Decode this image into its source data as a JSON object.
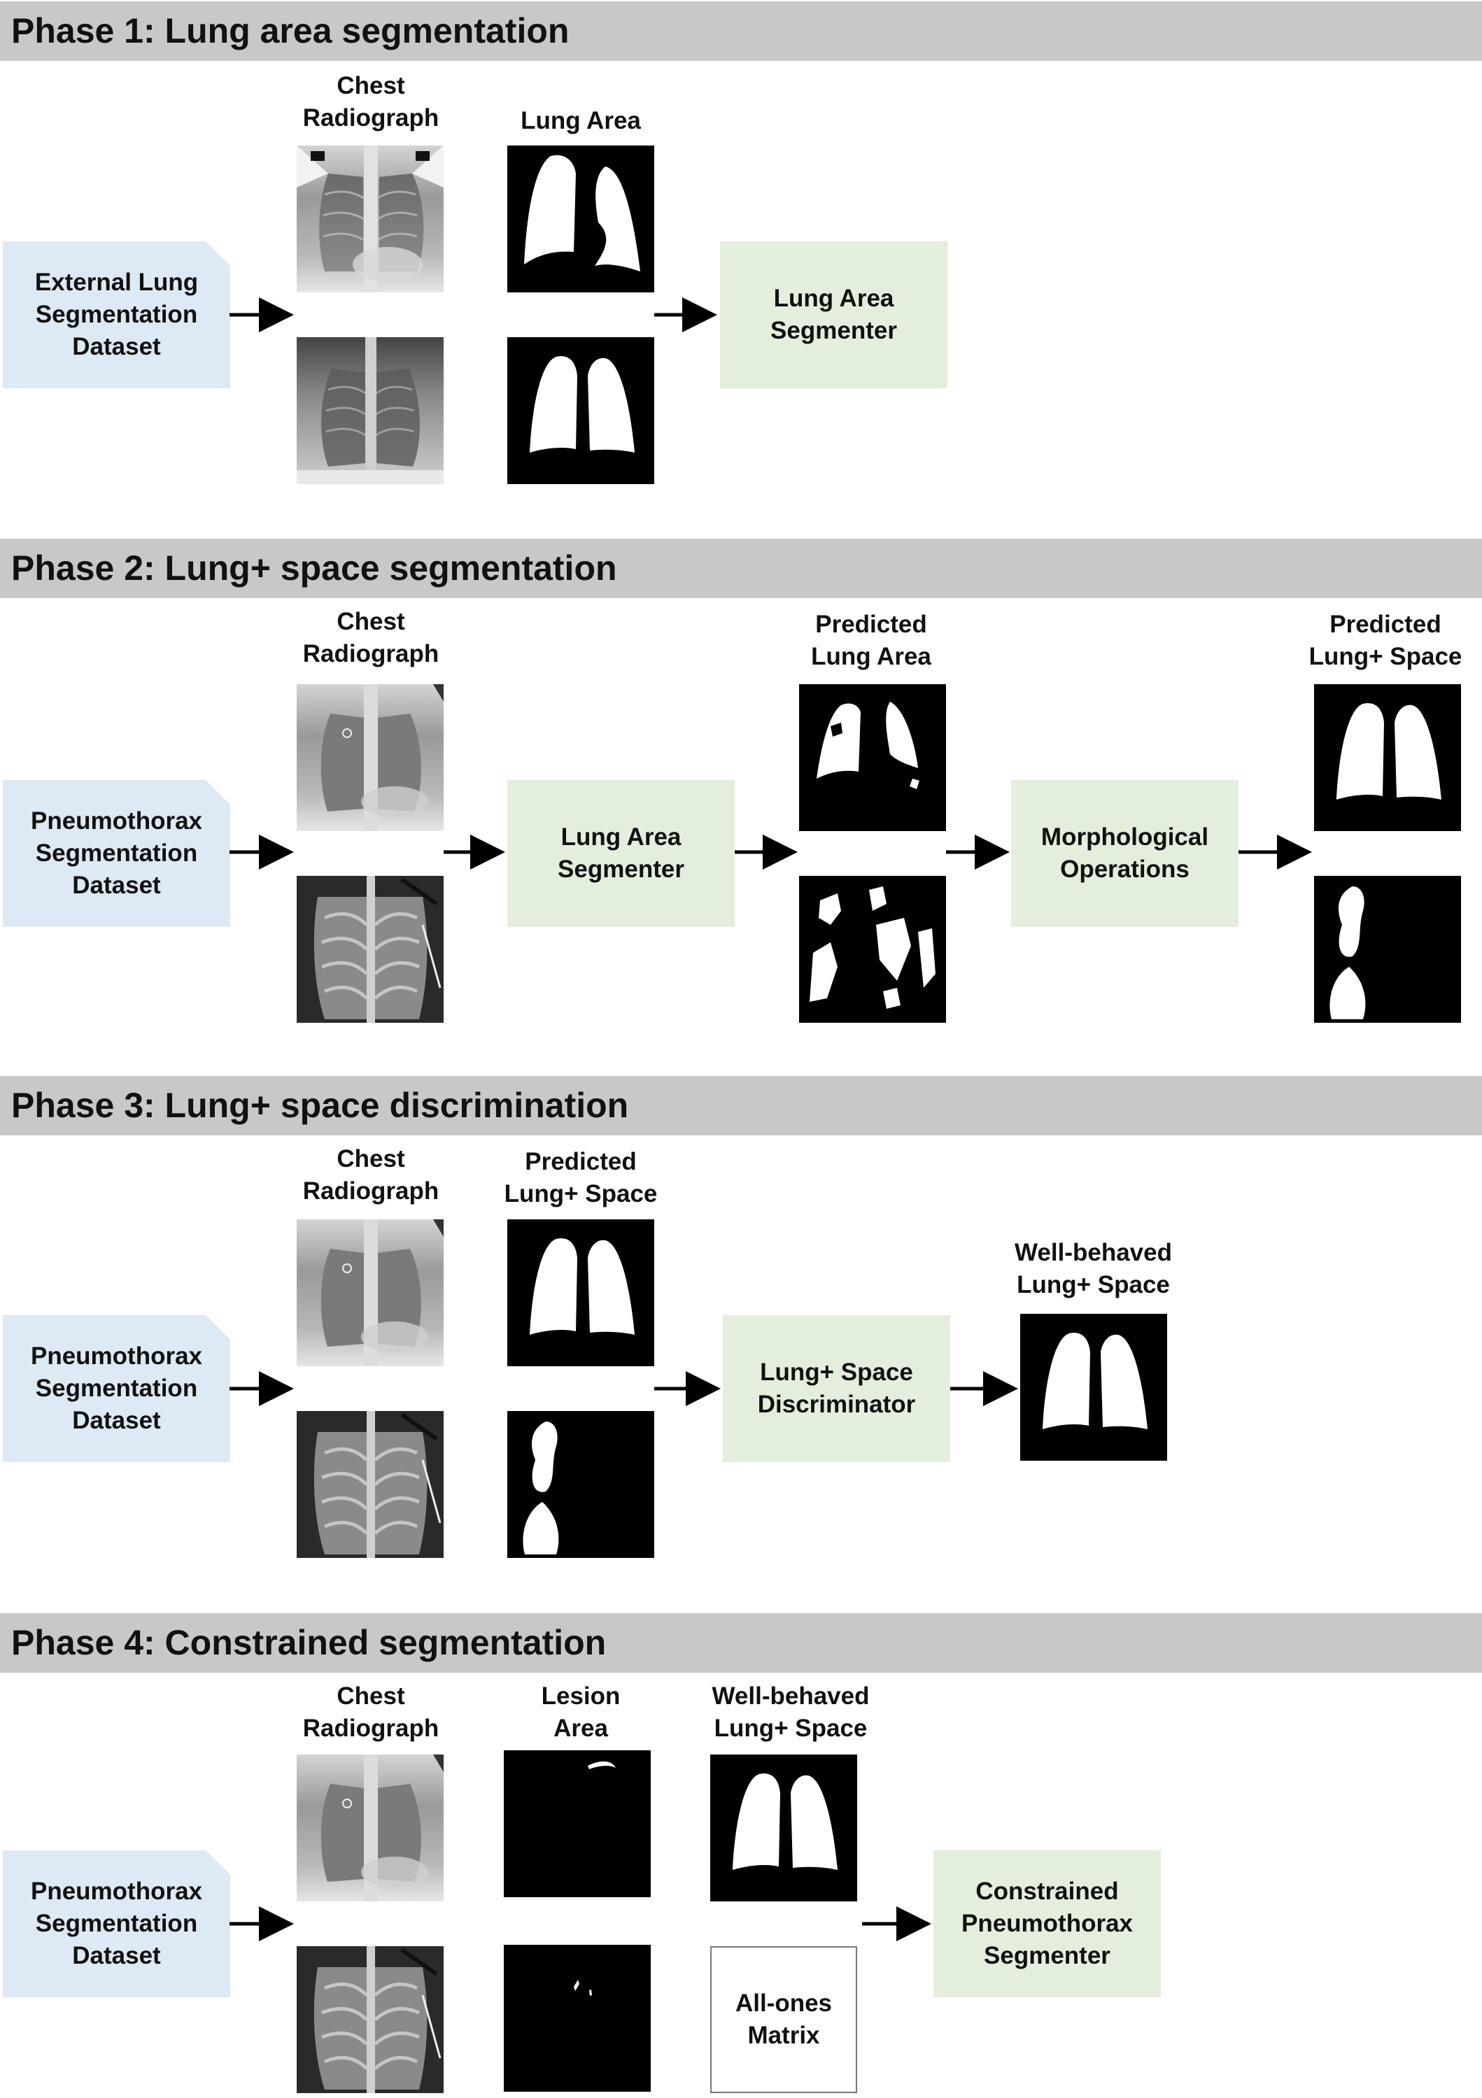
{
  "phases": [
    {
      "title": "Phase 1: Lung area segmentation"
    },
    {
      "title": "Phase 2: Lung+ space segmentation"
    },
    {
      "title": "Phase 3: Lung+ space discrimination"
    },
    {
      "title": "Phase 4: Constrained segmentation"
    }
  ],
  "labels": {
    "chest_radiograph": "Chest\nRadiograph",
    "lung_area": "Lung Area",
    "predicted_lung_area": "Predicted\nLung Area",
    "predicted_lung_plus_space": "Predicted\nLung+ Space",
    "well_behaved_lung_plus_space": "Well-behaved\nLung+ Space",
    "lesion_area": "Lesion\nArea"
  },
  "datasets": {
    "external_lung": "External Lung\nSegmentation\nDataset",
    "pneumothorax": "Pneumothorax\nSegmentation\nDataset"
  },
  "modules": {
    "lung_area_segmenter": "Lung Area\nSegmenter",
    "morphological_operations": "Morphological\nOperations",
    "lung_plus_space_discriminator": "Lung+ Space\nDiscriminator",
    "constrained_pneumothorax_segmenter": "Constrained\nPneumothorax\nSegmenter",
    "all_ones_matrix": "All-ones\nMatrix"
  },
  "colors": {
    "phase_bar": "#c8c8c8",
    "dataset_fill": "#dde9f4",
    "module_fill": "#e3efdc",
    "arrow": "#000000",
    "mask_background": "#000000",
    "mask_foreground": "#ffffff"
  }
}
